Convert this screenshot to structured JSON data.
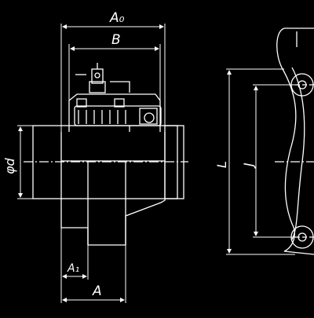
{
  "drawing": {
    "labels": {
      "A0": "A₀",
      "B": "B",
      "phi_d": "φd",
      "A1": "A₁",
      "A": "A",
      "L": "L",
      "J": "J"
    },
    "colors": {
      "background": "#000000",
      "line": "#ffffff"
    }
  }
}
